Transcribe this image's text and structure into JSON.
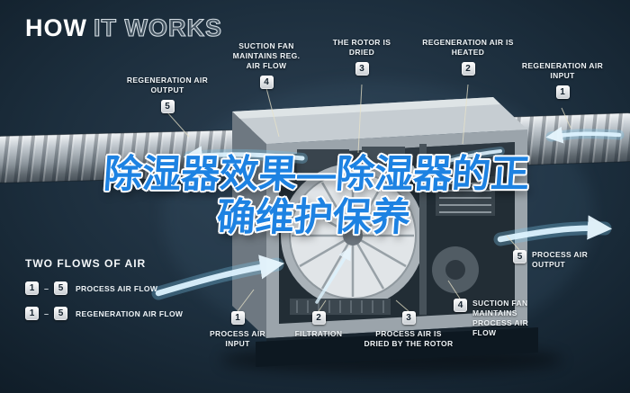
{
  "brand": {
    "bold": "HOW",
    "light": "IT WORKS"
  },
  "overlay": {
    "line1": "除湿器效果—除湿器的正",
    "line2": "确维护保养"
  },
  "colors": {
    "background": "#16242f",
    "overlay_blue": "#1d82e2",
    "airflow_blue": "#ddf3ff",
    "badge_face": "#ffffff"
  },
  "top_callouts": [
    {
      "num": "5",
      "label": "REGENERATION AIR OUTPUT"
    },
    {
      "num": "4",
      "label": "SUCTION FAN MAINTAINS REG. AIR FLOW"
    },
    {
      "num": "3",
      "label": "THE ROTOR IS DRIED"
    },
    {
      "num": "2",
      "label": "REGENERATION AIR IS HEATED"
    },
    {
      "num": "1",
      "label": "REGENERATION AIR INPUT"
    }
  ],
  "bottom_callouts": [
    {
      "num": "1",
      "label": "PROCESS AIR INPUT"
    },
    {
      "num": "2",
      "label": "FILTRATION"
    },
    {
      "num": "3",
      "label": "PROCESS AIR IS DRIED BY THE ROTOR"
    },
    {
      "num": "4",
      "label": "SUCTION FAN MAINTAINS PROCESS AIR FLOW"
    },
    {
      "num": "5",
      "label": "PROCESS AIR OUTPUT"
    }
  ],
  "legend": {
    "heading": "TWO FLOWS OF AIR",
    "separator": "–",
    "rows": [
      {
        "from": "1",
        "to": "5",
        "label": "PROCESS AIR FLOW"
      },
      {
        "from": "1",
        "to": "5",
        "label": "REGENERATION AIR FLOW"
      }
    ]
  }
}
